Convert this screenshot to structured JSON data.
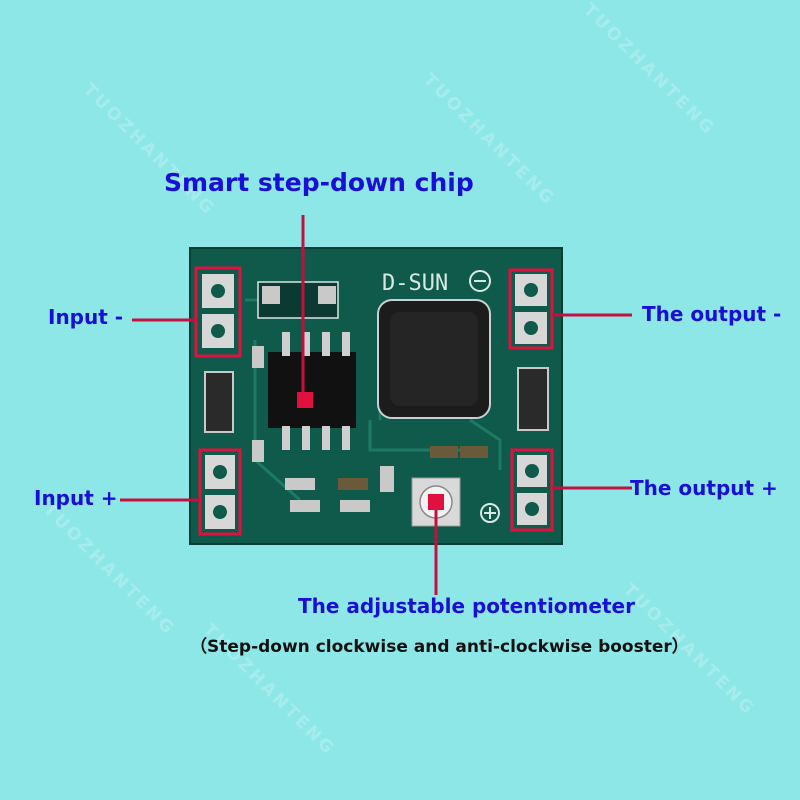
{
  "watermark": "TUOZHANTENG",
  "board": {
    "silkscreen_brand": "D-SUN",
    "pcb_color": "#0f5a4b",
    "marker_color": "#e0103f"
  },
  "labels": {
    "chip": "Smart step-down chip",
    "input_minus": "Input -",
    "input_plus": "Input +",
    "output_minus": "The output -",
    "output_plus": "The output +",
    "potentiometer": "The adjustable potentiometer",
    "potentiometer_note": "（Step-down clockwise and anti-clockwise booster）"
  },
  "colors": {
    "background": "#8ee7e7",
    "label_text": "#1a0fd6",
    "leader_line": "#c4103f"
  }
}
